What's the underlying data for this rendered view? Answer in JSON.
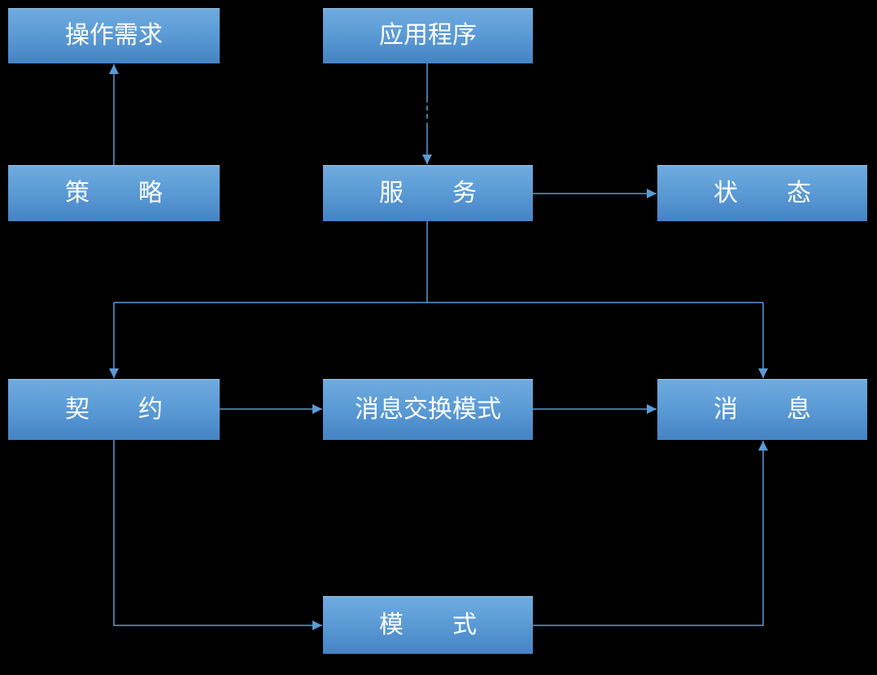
{
  "diagram": {
    "background_color": "#000000",
    "node_fill_top": "#6FABDF",
    "node_fill_bottom": "#4583C4",
    "connector_color": "#5B9BD5",
    "text_color": "#FFFFFF",
    "nodes": {
      "operation_requirements": {
        "label": "操作需求"
      },
      "application": {
        "label": "应用程序"
      },
      "policy": {
        "label": "策　　略"
      },
      "service": {
        "label": "服　　务"
      },
      "status": {
        "label": "状　　态"
      },
      "contract": {
        "label": "契　　约"
      },
      "message_exchange_pattern": {
        "label": "消息交换模式"
      },
      "message": {
        "label": "消　　息"
      },
      "schema": {
        "label": "模　　式"
      }
    },
    "edges": [
      {
        "from": "policy",
        "to": "operation_requirements",
        "style": "solid",
        "direction": "up"
      },
      {
        "from": "application",
        "to": "service",
        "style": "partially-dashed",
        "direction": "down"
      },
      {
        "from": "service",
        "to": "status",
        "style": "solid",
        "direction": "right"
      },
      {
        "from": "service",
        "to": "contract",
        "style": "solid",
        "direction": "down-branch"
      },
      {
        "from": "service",
        "to": "message",
        "style": "solid",
        "direction": "down-branch"
      },
      {
        "from": "contract",
        "to": "message_exchange_pattern",
        "style": "solid",
        "direction": "right"
      },
      {
        "from": "message_exchange_pattern",
        "to": "message",
        "style": "solid",
        "direction": "right"
      },
      {
        "from": "contract",
        "to": "schema",
        "style": "solid",
        "direction": "down-right"
      },
      {
        "from": "schema",
        "to": "message",
        "style": "solid",
        "direction": "right-up"
      }
    ]
  }
}
